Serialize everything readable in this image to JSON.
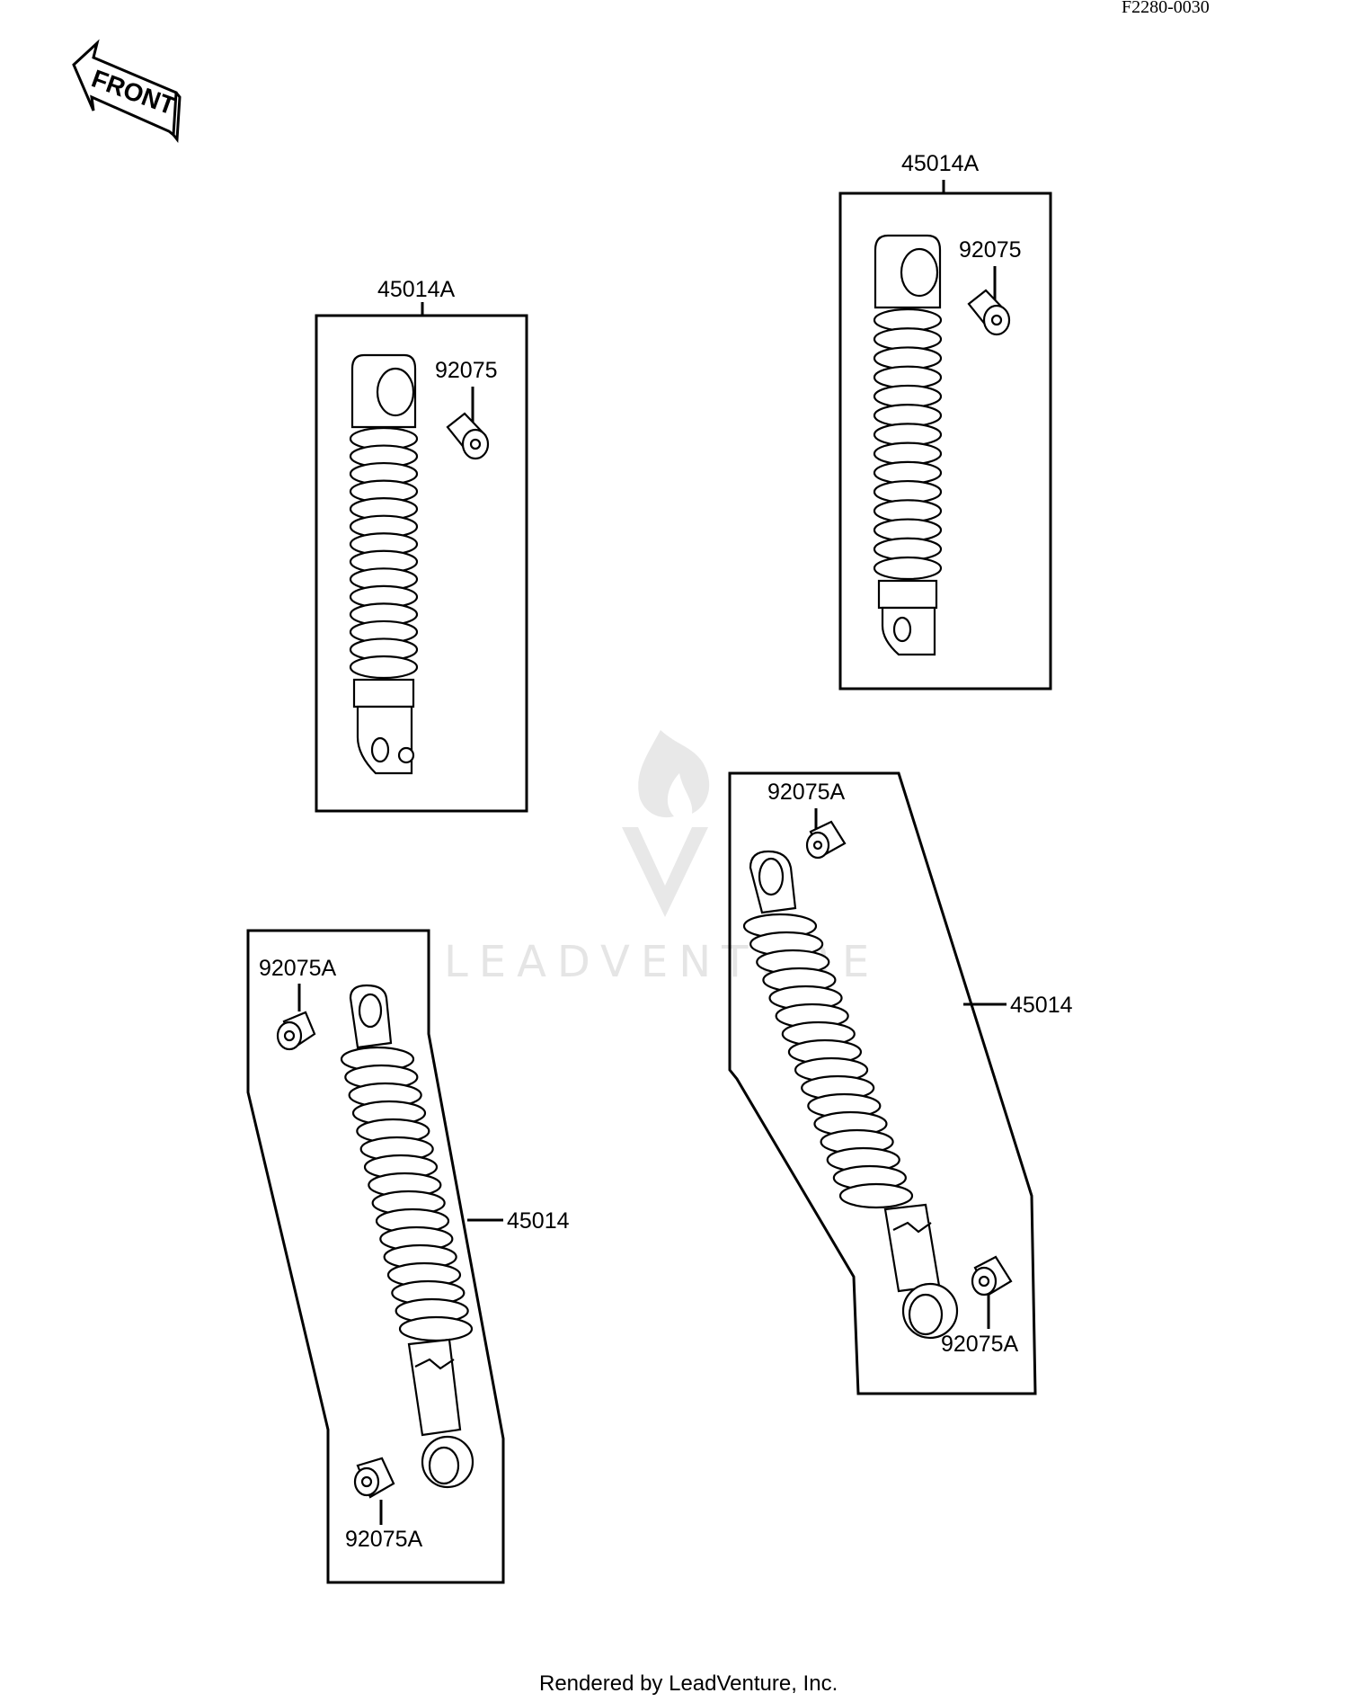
{
  "diagram_ref": "F2280-0030",
  "front_label": "FRONT",
  "watermark": "LEADVENTURE",
  "footer": "Rendered by LeadVenture, Inc.",
  "groups": [
    {
      "id": "upper-left",
      "assembly": "45014A",
      "parts": [
        "92075"
      ]
    },
    {
      "id": "upper-right",
      "assembly": "45014A",
      "parts": [
        "92075"
      ]
    },
    {
      "id": "lower-left",
      "assembly": "45014",
      "parts": [
        "92075A",
        "92075A"
      ]
    },
    {
      "id": "lower-right",
      "assembly": "45014",
      "parts": [
        "92075A",
        "92075A"
      ]
    }
  ]
}
